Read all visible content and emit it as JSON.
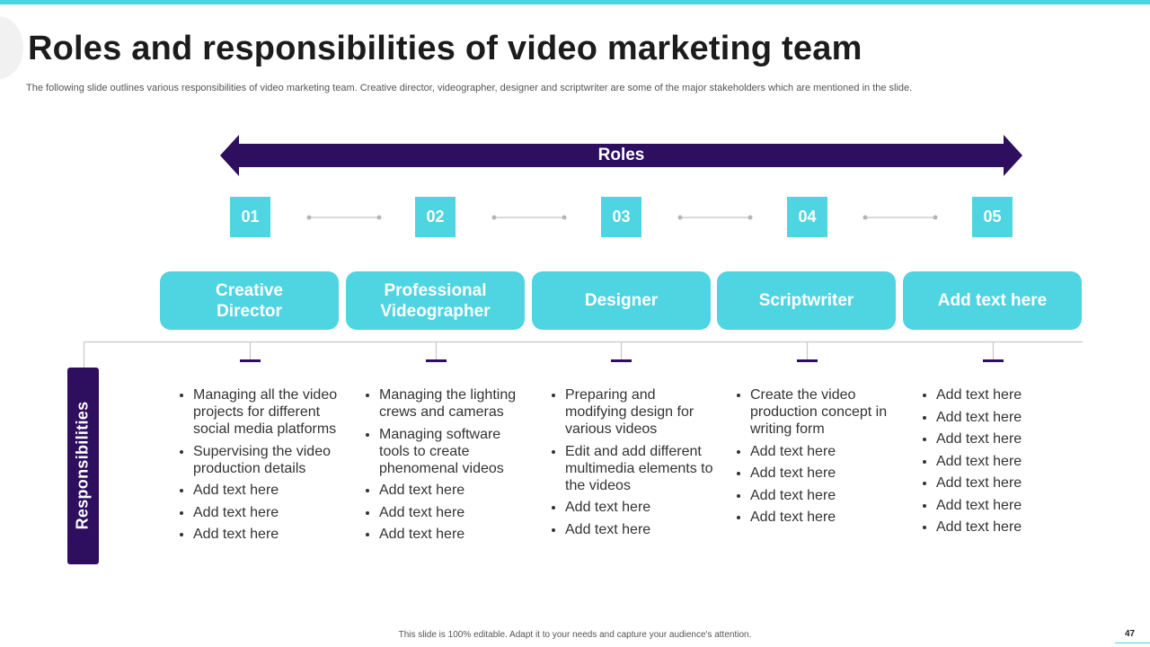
{
  "title": "Roles and responsibilities of video marketing team",
  "subtitle": "The following slide outlines various responsibilities of video marketing team. Creative director, videographer, designer and scriptwriter are some of the major stakeholders which are mentioned in the slide.",
  "roles_label": "Roles",
  "responsibilities_label": "Responsibilities",
  "numbers": [
    "01",
    "02",
    "03",
    "04",
    "05"
  ],
  "roles": [
    {
      "name": "Creative Director",
      "items": [
        "Managing all the video projects for different social media platforms",
        "Supervising the video production details",
        "Add text here",
        "Add text here",
        "Add text here"
      ]
    },
    {
      "name": "Professional Videographer",
      "items": [
        "Managing the lighting crews and cameras",
        "Managing software tools to create phenomenal videos",
        "Add text here",
        "Add text here",
        "Add text here"
      ]
    },
    {
      "name": "Designer",
      "items": [
        "Preparing and modifying design for various videos",
        "Edit and add different multimedia elements to the videos",
        "Add text here",
        "Add text here"
      ]
    },
    {
      "name": "Scriptwriter",
      "items": [
        "Create the video production concept in writing form",
        "Add text here",
        "Add text here",
        "Add text here",
        "Add text here"
      ]
    },
    {
      "name": "Add text here",
      "items": [
        "Add text here",
        "Add text here",
        "Add text here",
        "Add text here",
        "Add text here",
        "Add text here",
        "Add text here"
      ]
    }
  ],
  "footer": "This slide is 100% editable. Adapt it to your needs and capture your audience's attention.",
  "page_number": "47",
  "colors": {
    "cyan": "#4fd4e2",
    "purple": "#2e0e5e",
    "text": "#1c1c1c"
  }
}
